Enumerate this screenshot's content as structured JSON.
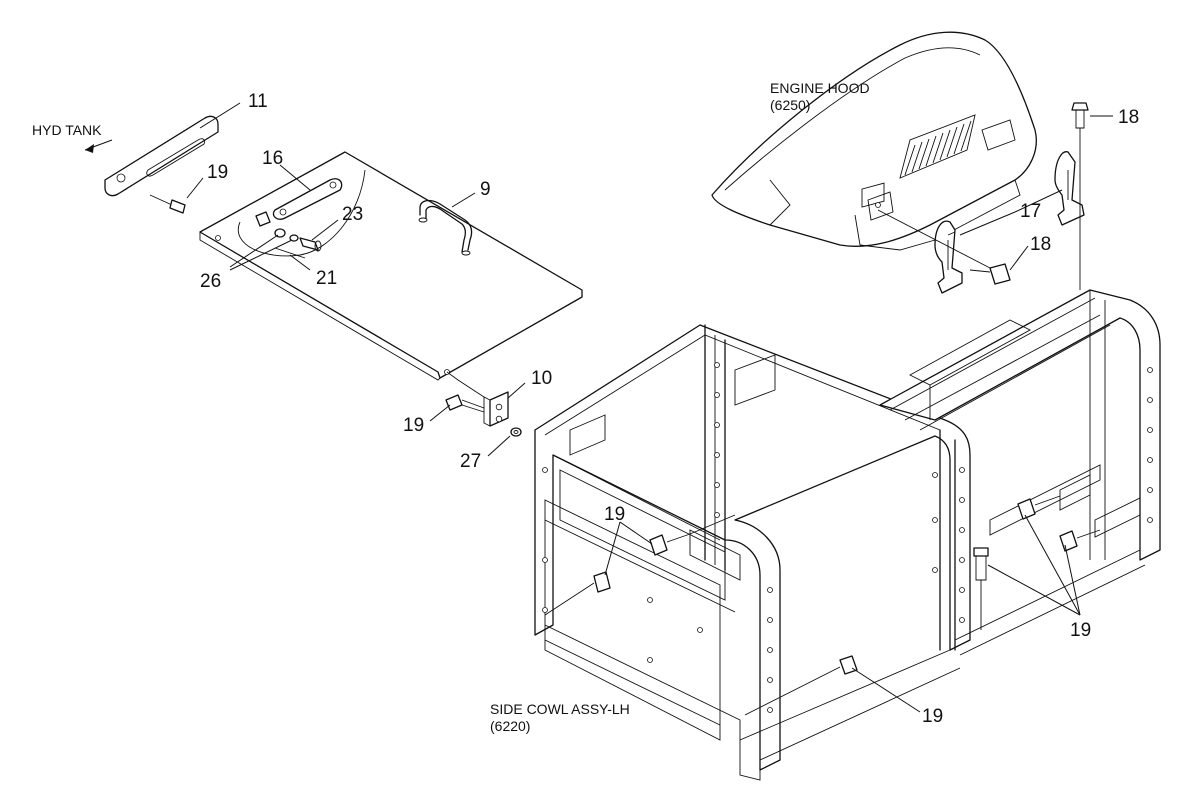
{
  "labels": {
    "engine_hood": "ENGINE HOOD",
    "engine_hood_code": "(6250)",
    "hyd_tank": "HYD TANK",
    "side_cowl": "SIDE COWL ASSY-LH",
    "side_cowl_code": "(6220)"
  },
  "callouts": {
    "c11": "11",
    "c19_top": "19",
    "c16": "16",
    "c9": "9",
    "c23": "23",
    "c26": "26",
    "c21": "21",
    "c18_top": "18",
    "c17": "17",
    "c18_mid": "18",
    "c10": "10",
    "c19_mid": "19",
    "c27": "27",
    "c19_front": "19",
    "c19_right": "19",
    "c19_bottom": "19"
  }
}
